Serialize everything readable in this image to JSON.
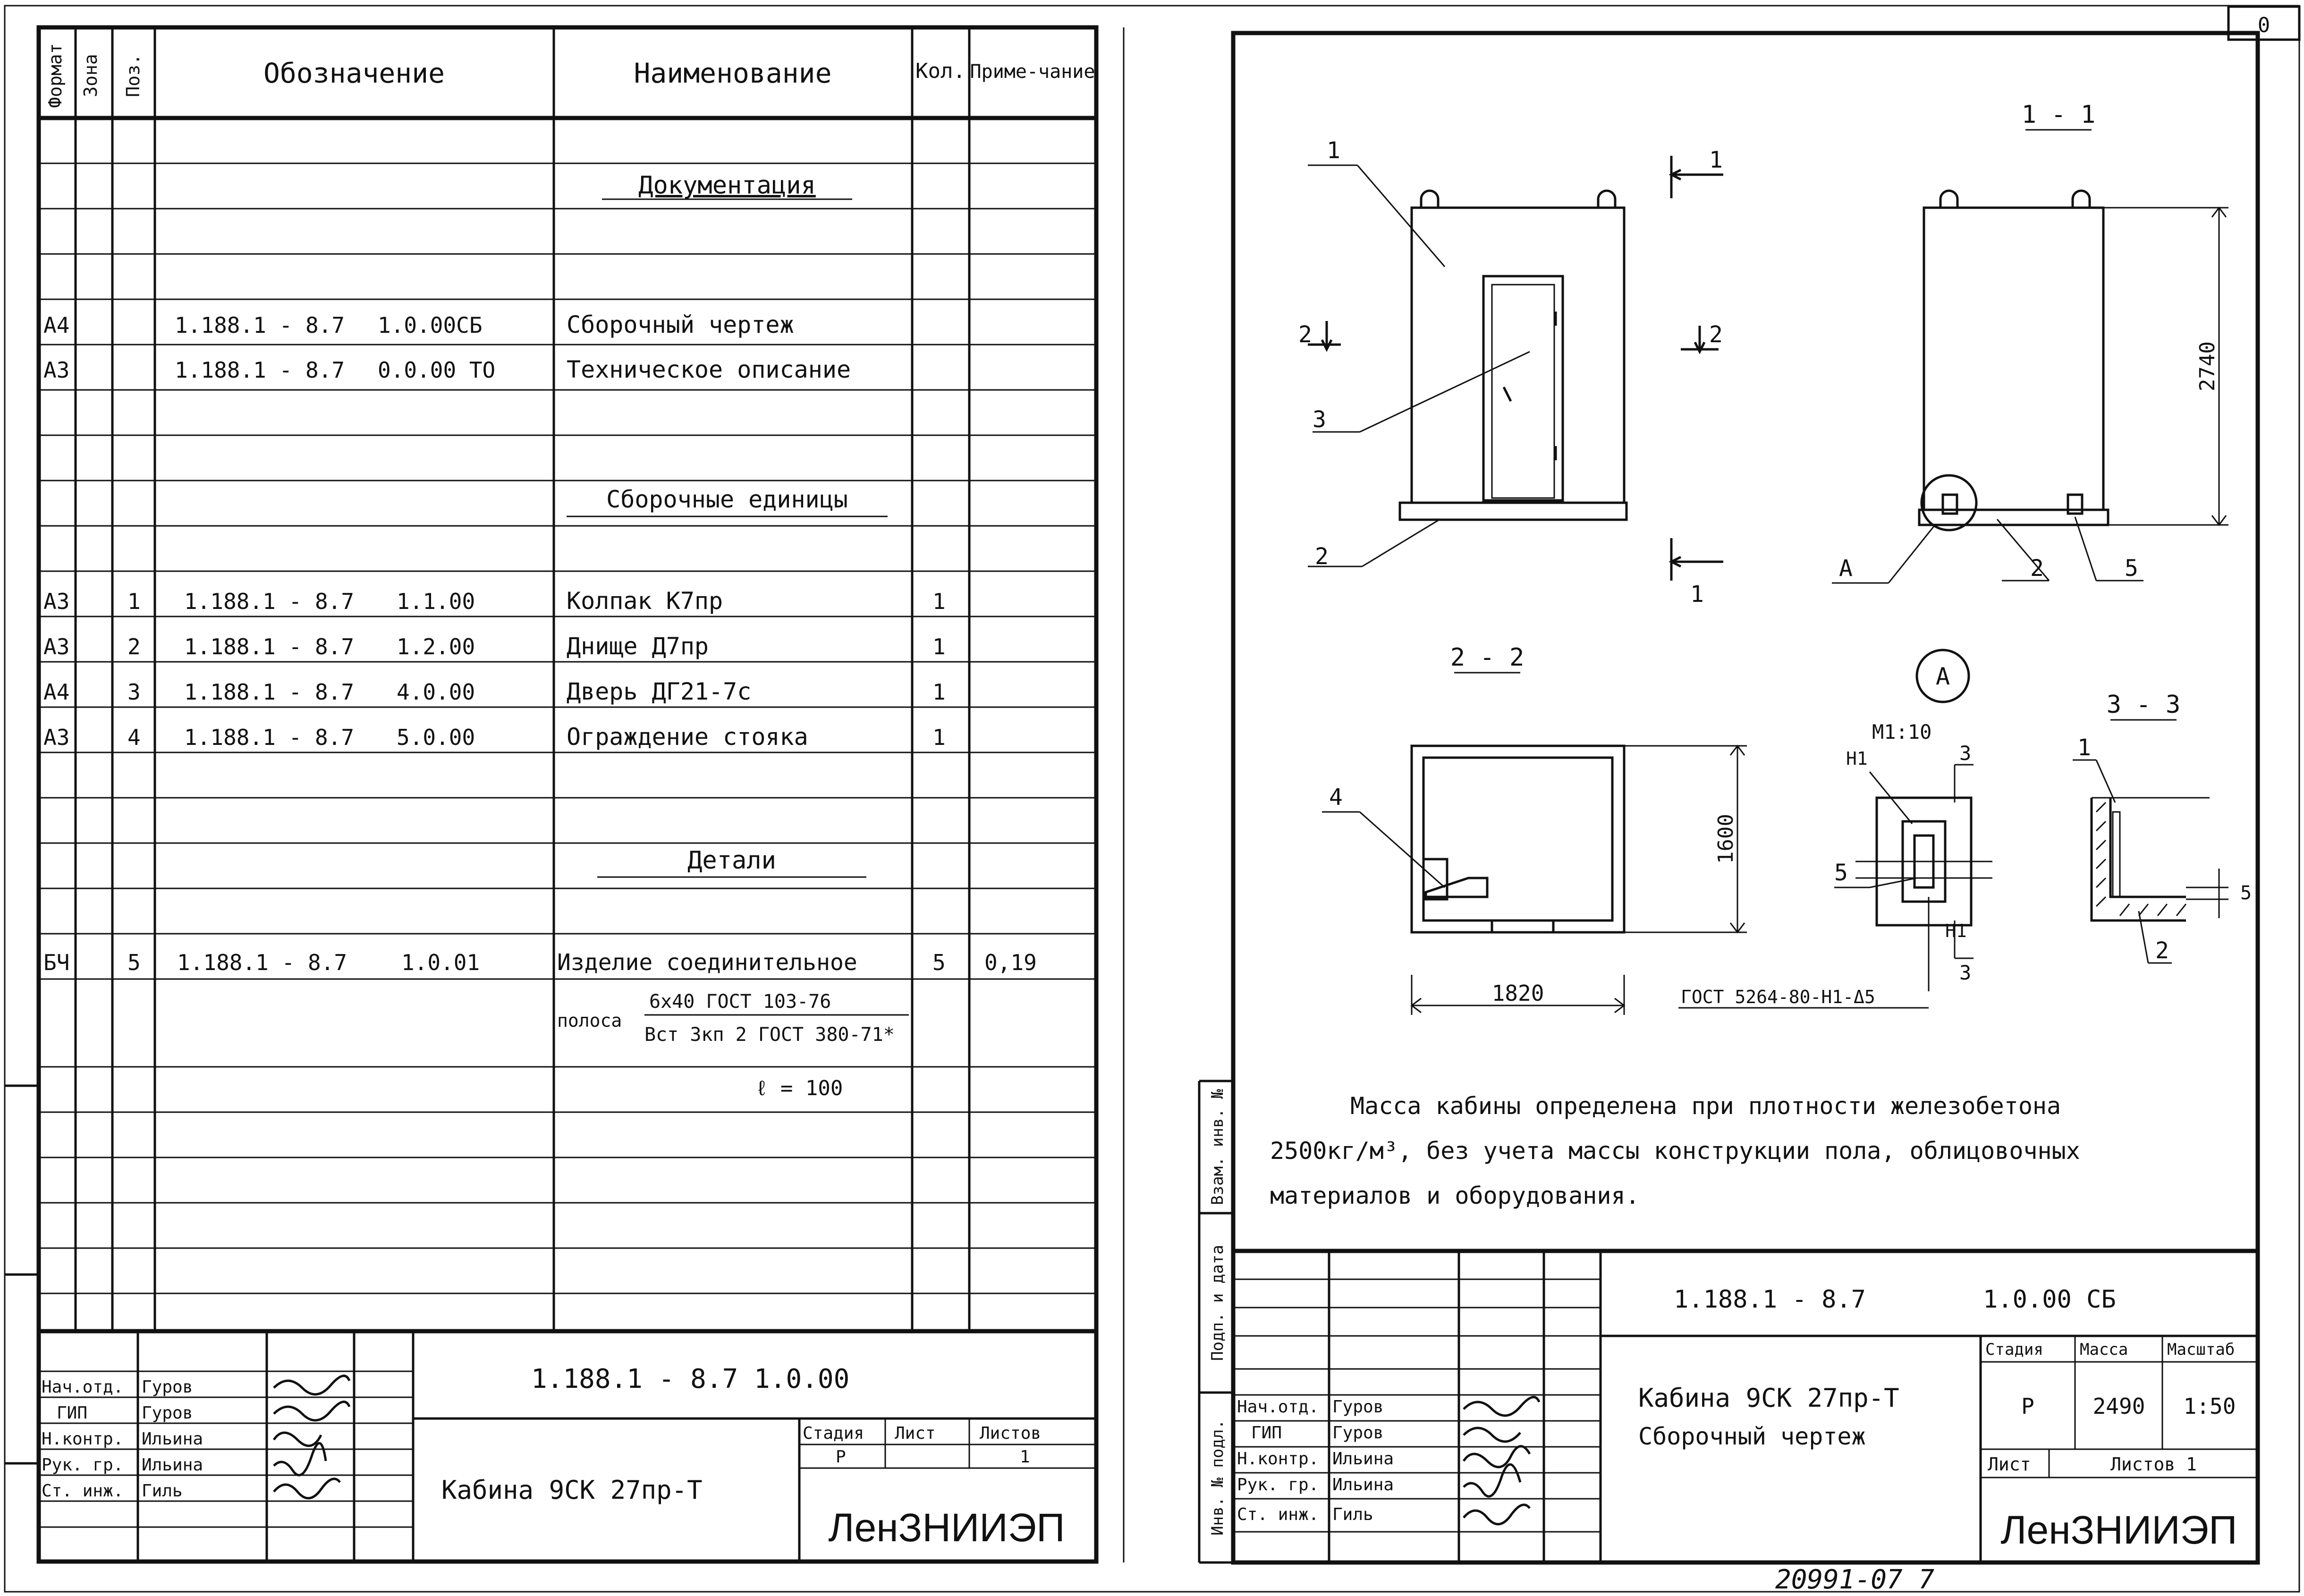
{
  "spec": {
    "headers": {
      "format": "Формат",
      "zone": "Зона",
      "pos": "Поз.",
      "designation": "Обозначение",
      "name": "Наименование",
      "qty": "Кол.",
      "note": "Приме-чание"
    },
    "sections": {
      "docs": "Документация",
      "assemblies": "Сборочные единицы",
      "details": "Детали"
    },
    "doc_rows": [
      {
        "format": "А4",
        "code": "1.188.1 - 8.7",
        "sub": "1.0.00СБ",
        "name": "Сборочный чертеж"
      },
      {
        "format": "А3",
        "code": "1.188.1 - 8.7",
        "sub": "0.0.00 ТО",
        "name": "Техническое описание"
      }
    ],
    "assembly_rows": [
      {
        "format": "А3",
        "pos": "1",
        "code": "1.188.1 - 8.7",
        "sub": "1.1.00",
        "name": "Колпак К7пр",
        "qty": "1"
      },
      {
        "format": "А3",
        "pos": "2",
        "code": "1.188.1 - 8.7",
        "sub": "1.2.00",
        "name": "Днище Д7пр",
        "qty": "1"
      },
      {
        "format": "А4",
        "pos": "3",
        "code": "1.188.1 - 8.7",
        "sub": "4.0.00",
        "name": "Дверь ДГ21-7с",
        "qty": "1"
      },
      {
        "format": "А3",
        "pos": "4",
        "code": "1.188.1 - 8.7",
        "sub": "5.0.00",
        "name": "Ограждение стояка",
        "qty": "1"
      }
    ],
    "detail_rows": [
      {
        "format": "БЧ",
        "pos": "5",
        "code": "1.188.1 - 8.7",
        "sub": "1.0.01",
        "name": "Изделие соединительное",
        "qty": "5",
        "note": "0,19"
      }
    ],
    "strip_label": "полоса",
    "strip_line1": "6х40 ГОСТ 103-76",
    "strip_line2": "Вст 3кп 2 ГОСТ 380-71*",
    "length_note": "ℓ = 100"
  },
  "left_title": {
    "roles": [
      "Нач.отд.",
      "ГИП",
      "Н.контр.",
      "Рук. гр.",
      "Ст. инж."
    ],
    "names": [
      "Гуров",
      "Гуров",
      "Ильина",
      "Ильина",
      "Гиль"
    ],
    "code": "1.188.1 - 8.7    1.0.00",
    "title": "Кабина 9СК 27пр-Т",
    "stage_h": "Стадия",
    "sheet_h": "Лист",
    "sheets_h": "Листов",
    "stage": "Р",
    "sheets": "1",
    "org": "ЛенЗНИИЭП"
  },
  "drawing": {
    "corner": "0",
    "sec11": "1 - 1",
    "sec22": "2 - 2",
    "sec33": "3 - 3",
    "callout_a": "А",
    "scale_a": "М1:10",
    "dim_height": "2740",
    "dim_depth": "1600",
    "dim_width": "1820",
    "dim_weld": "5",
    "weld_mark": "Н1",
    "gost_weld": "ГОСТ 5264-80-Н1-Δ5",
    "leaders": [
      "1",
      "2",
      "3",
      "4",
      "5"
    ],
    "cut_marks": [
      "1",
      "1",
      "2",
      "2",
      "3",
      "3"
    ],
    "note_lines": [
      "Масса кабины определена при плотности железобетона",
      "2500кг/м³, без учета массы конструкции пола, облицовочных",
      "материалов и оборудования."
    ]
  },
  "right_title": {
    "code": "1.188.1 - 8.7",
    "sub": "1.0.00 СБ",
    "title1": "Кабина 9СК 27пр-Т",
    "title2": "Сборочный чертеж",
    "roles": [
      "Нач.отд.",
      "ГИП",
      "Н.контр.",
      "Рук. гр.",
      "Ст. инж."
    ],
    "names": [
      "Гуров",
      "Гуров",
      "Ильина",
      "Ильина",
      "Гиль"
    ],
    "stage_h": "Стадия",
    "mass_h": "Масса",
    "scale_h": "Масштаб",
    "stage": "Р",
    "mass": "2490",
    "scale": "1:50",
    "sheet_h": "Лист",
    "sheets_h": "Листов 1",
    "org": "ЛенЗНИИЭП",
    "side_labels": [
      "Взам. инв. №",
      "Подп. и дата",
      "Инв. № подл."
    ]
  },
  "bottom_stamp": "20991-07  7"
}
